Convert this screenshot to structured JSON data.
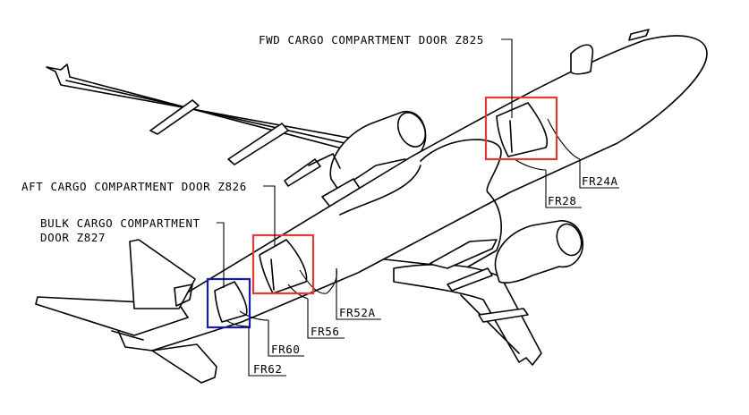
{
  "labels": {
    "fwd_door": "FWD CARGO COMPARTMENT DOOR Z825",
    "aft_door": "AFT CARGO COMPARTMENT DOOR Z826",
    "bulk_door_line1": "BULK CARGO COMPARTMENT",
    "bulk_door_line2": "DOOR Z827",
    "fr24a": "FR24A",
    "fr28": "FR28",
    "fr52a": "FR52A",
    "fr56": "FR56",
    "fr60": "FR60",
    "fr62": "FR62"
  },
  "colors": {
    "fwd_highlight": "#e53935",
    "aft_highlight": "#e53935",
    "bulk_highlight": "#1a1aa8"
  }
}
